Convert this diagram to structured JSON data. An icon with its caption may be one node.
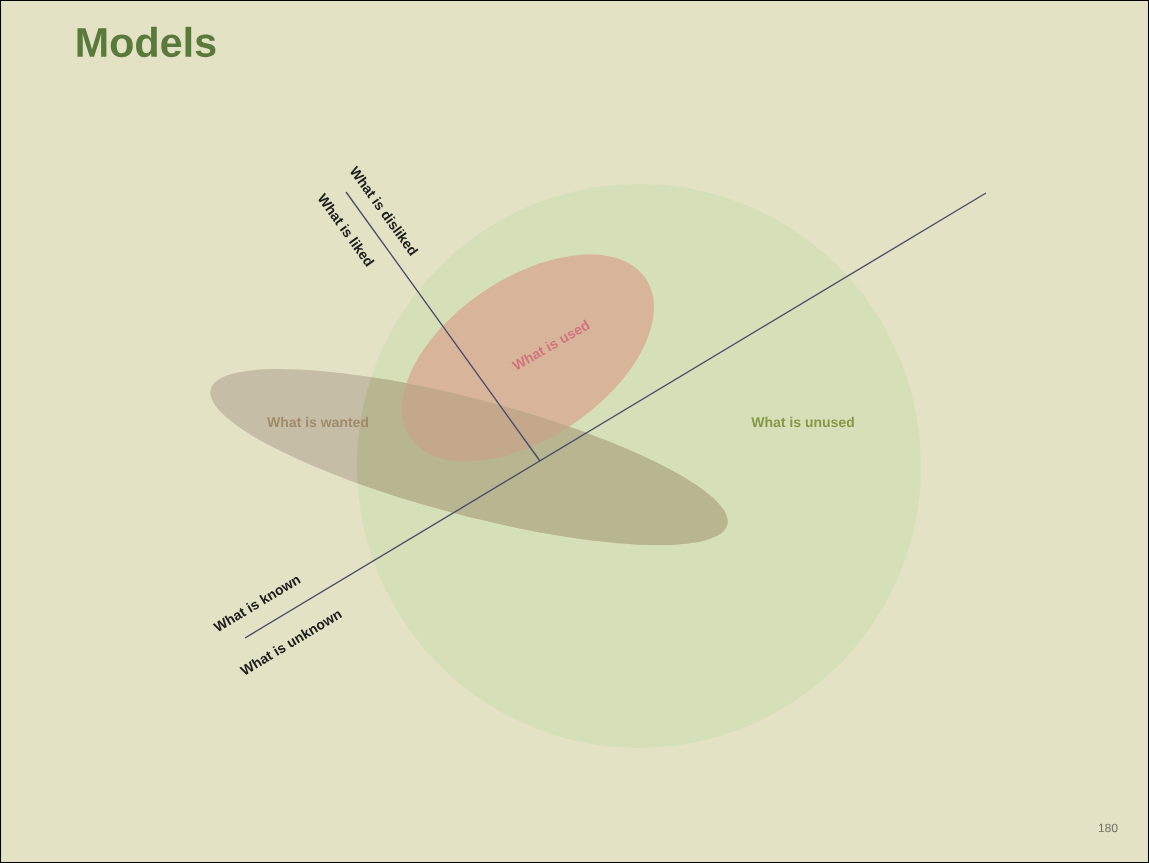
{
  "diagram": {
    "title": "Models",
    "nodes": [
      {
        "text": [
          "What is used"
        ],
        "in": 2
      },
      {
        "text": [
          "What is wanted"
        ]
      },
      {
        "text": [
          "What is unused"
        ]
      }
    ],
    "labels": [
      "What is disliked",
      "What is liked",
      "What is known",
      "What is unknown",
      "180"
    ]
  }
}
